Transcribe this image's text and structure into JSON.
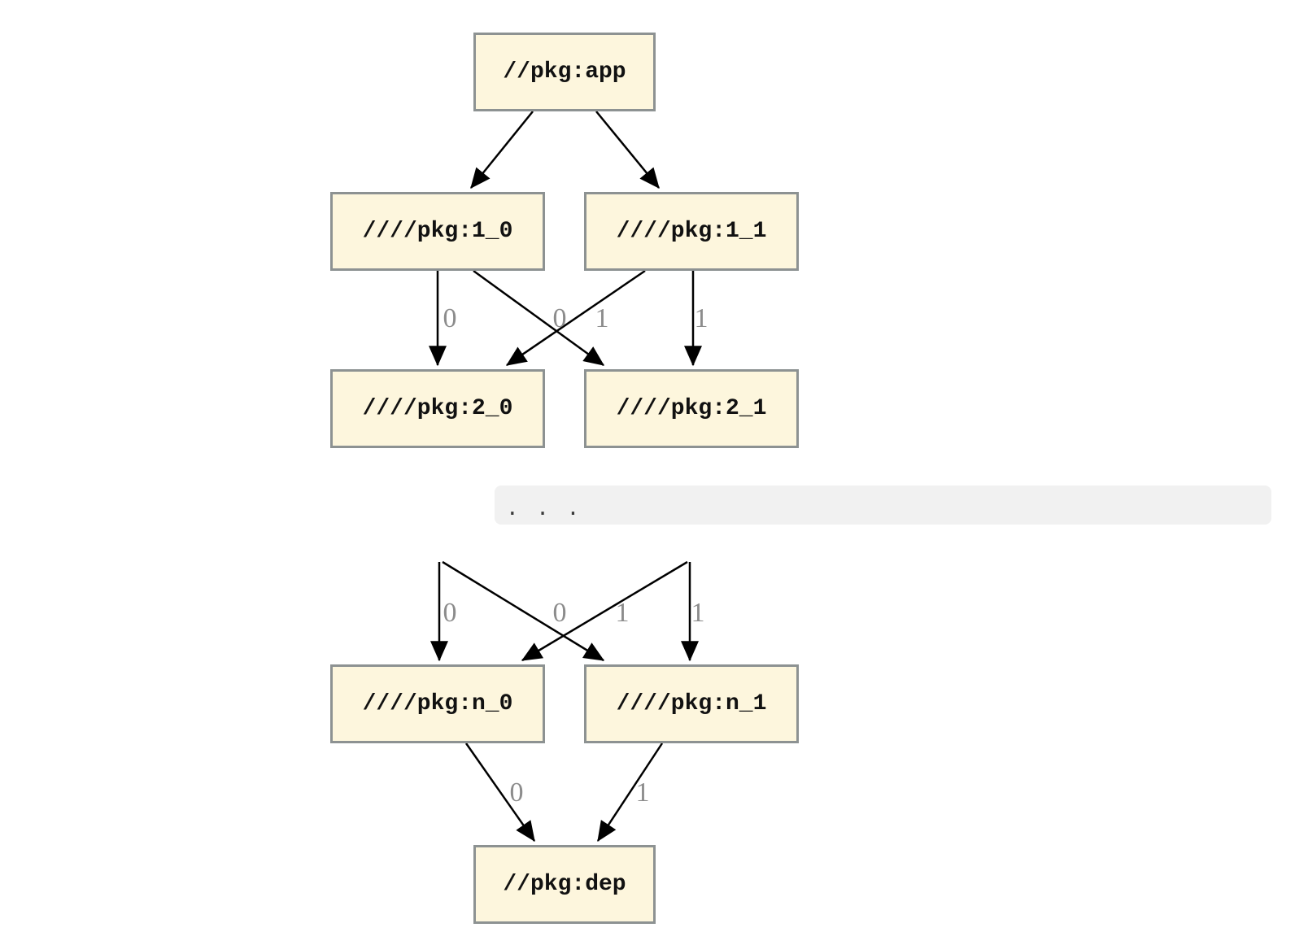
{
  "diagram": {
    "kind": "package-dependency-graph",
    "nodes": {
      "app": {
        "label": "//pkg:app"
      },
      "l1_0": {
        "label": "////pkg:1_0"
      },
      "l1_1": {
        "label": "////pkg:1_1"
      },
      "l2_0": {
        "label": "////pkg:2_0"
      },
      "l2_1": {
        "label": "////pkg:2_1"
      },
      "ln_0": {
        "label": "////pkg:n_0"
      },
      "ln_1": {
        "label": "////pkg:n_1"
      },
      "dep": {
        "label": "//pkg:dep"
      }
    },
    "ellipsis": ". . .",
    "edges": [
      {
        "from": "//pkg:app",
        "to": "////pkg:1_0",
        "label": ""
      },
      {
        "from": "//pkg:app",
        "to": "////pkg:1_1",
        "label": ""
      },
      {
        "from": "////pkg:1_0",
        "to": "////pkg:2_0",
        "label": "0"
      },
      {
        "from": "////pkg:1_0",
        "to": "////pkg:2_1",
        "label": "0"
      },
      {
        "from": "////pkg:1_1",
        "to": "////pkg:2_0",
        "label": "1"
      },
      {
        "from": "////pkg:1_1",
        "to": "////pkg:2_1",
        "label": "1"
      },
      {
        "from": ". . .",
        "to": "////pkg:n_0",
        "label": "0"
      },
      {
        "from": ". . .",
        "to": "////pkg:n_1",
        "label": "0"
      },
      {
        "from": ". . .",
        "to": "////pkg:n_0",
        "label": "1"
      },
      {
        "from": ". . .",
        "to": "////pkg:n_1",
        "label": "1"
      },
      {
        "from": "////pkg:n_0",
        "to": "//pkg:dep",
        "label": "0"
      },
      {
        "from": "////pkg:n_1",
        "to": "//pkg:dep",
        "label": "1"
      }
    ],
    "colors": {
      "node_fill": "#fdf6dd",
      "node_border": "#8d9292",
      "node_text": "#111111",
      "edge": "#000000",
      "edge_label": "#8c8c8c",
      "band_bg": "#f1f1f1",
      "dots": "#3a3a3a"
    }
  }
}
